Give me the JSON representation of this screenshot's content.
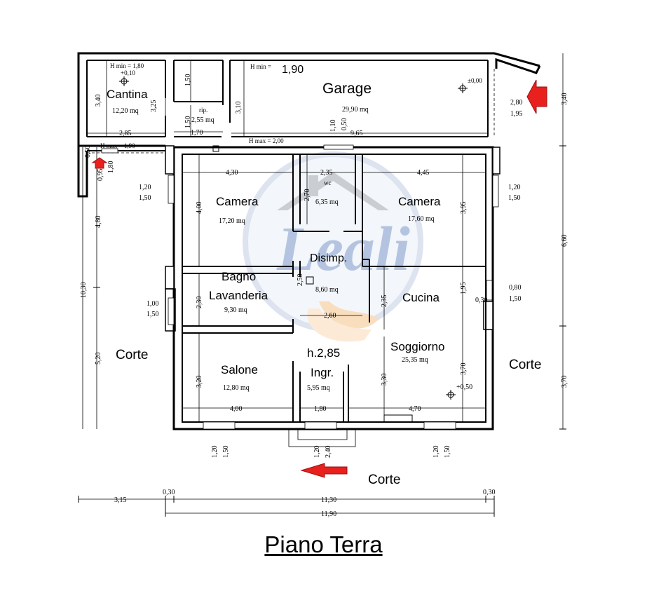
{
  "title": "Piano Terra",
  "rooms": {
    "cantina": {
      "name": "Cantina",
      "area": "12,20 mq",
      "hmin": "H min = 1,80",
      "level": "+0,10"
    },
    "garage": {
      "name": "Garage",
      "area": "29,90 mq",
      "hmin_label": "H min =",
      "hmin_value": "1,90",
      "level": "±0,00",
      "hmax": "H max = 2,00"
    },
    "rip": {
      "name": "rip.",
      "area": "2,55 mq"
    },
    "camera_left": {
      "name": "Camera",
      "area": "17,20 mq"
    },
    "wc": {
      "name": "wc",
      "area": "6,35 mq"
    },
    "camera_right": {
      "name": "Camera",
      "area": "17,60 mq"
    },
    "disimp": {
      "name": "Disimp.",
      "area": "8,60 mq"
    },
    "bagno": {
      "name1": "Bagno",
      "name2": "Lavanderia",
      "area": "9,30 mq"
    },
    "cucina": {
      "name": "Cucina"
    },
    "soggiorno": {
      "name": "Soggiorno",
      "area": "25,35 mq",
      "level": "+0,50"
    },
    "salone": {
      "name": "Salone",
      "area": "12,80 mq"
    },
    "ingr": {
      "height": "h.2,85",
      "name": "Ingr.",
      "area": "5,95 mq"
    },
    "porch": {
      "hmax": "H max = 1,90"
    }
  },
  "corte": {
    "left": "Corte",
    "right": "Corte",
    "bottom": "Corte"
  },
  "dimensions": {
    "cantina_h": "3,40",
    "cantina_h2": "3,25",
    "cantina_w": "2,85",
    "rip_h1": "1,50",
    "rip_h2": "1,50",
    "rip_w": "1,70",
    "garage_h": "3,10",
    "wc_win_a": "1,10",
    "wc_win_b": "0,50",
    "garage_w": "9,65",
    "garage_door_a": "2,80",
    "garage_door_b": "1,95",
    "camL_w": "4,30",
    "camL_h": "4,00",
    "wc_w": "2,35",
    "wc_h": "2,70",
    "camR_w": "4,45",
    "camR_h": "3,95",
    "winL1_a": "1,20",
    "winL1_b": "1,50",
    "winR1_a": "1,20",
    "winR1_b": "1,50",
    "side_095": "0,95",
    "side_180": "1,80",
    "side_050": "0,50",
    "bagno_h": "2,30",
    "winL2_a": "1,00",
    "winL2_b": "1,50",
    "disimp_w": "2,60",
    "disimp_h": "2,50",
    "cucina_h": "2,35",
    "cucina_h2": "1,95",
    "winR2_a": "0,80",
    "winR2_b": "1,50",
    "r030": "0,30",
    "salone_h": "3,20",
    "salone_w": "4,00",
    "ingr_w": "1,80",
    "sogg_h": "3,30",
    "sogg_h2": "3,70",
    "sogg_w": "4,70",
    "win_b1a": "1,20",
    "win_b1b": "1,50",
    "win_b2a": "1,20",
    "win_b2b": "2,40",
    "win_b3a": "1,20",
    "win_b3b": "1,50",
    "left_480": "4,80",
    "left_1030": "10,30",
    "left_520": "5,20",
    "right_340": "3,40",
    "right_660": "6,60",
    "right_370": "3,70",
    "bot_315": "3,15",
    "bot_030a": "0,30",
    "bot_1130": "11,30",
    "bot_030b": "0,30",
    "bot_1190": "11,90"
  },
  "watermark": "Leali",
  "colors": {
    "arrow": "#e8201e",
    "wall": "#000000",
    "watermark_blue": "#2b5aa8",
    "watermark_orange": "#f0a348"
  }
}
